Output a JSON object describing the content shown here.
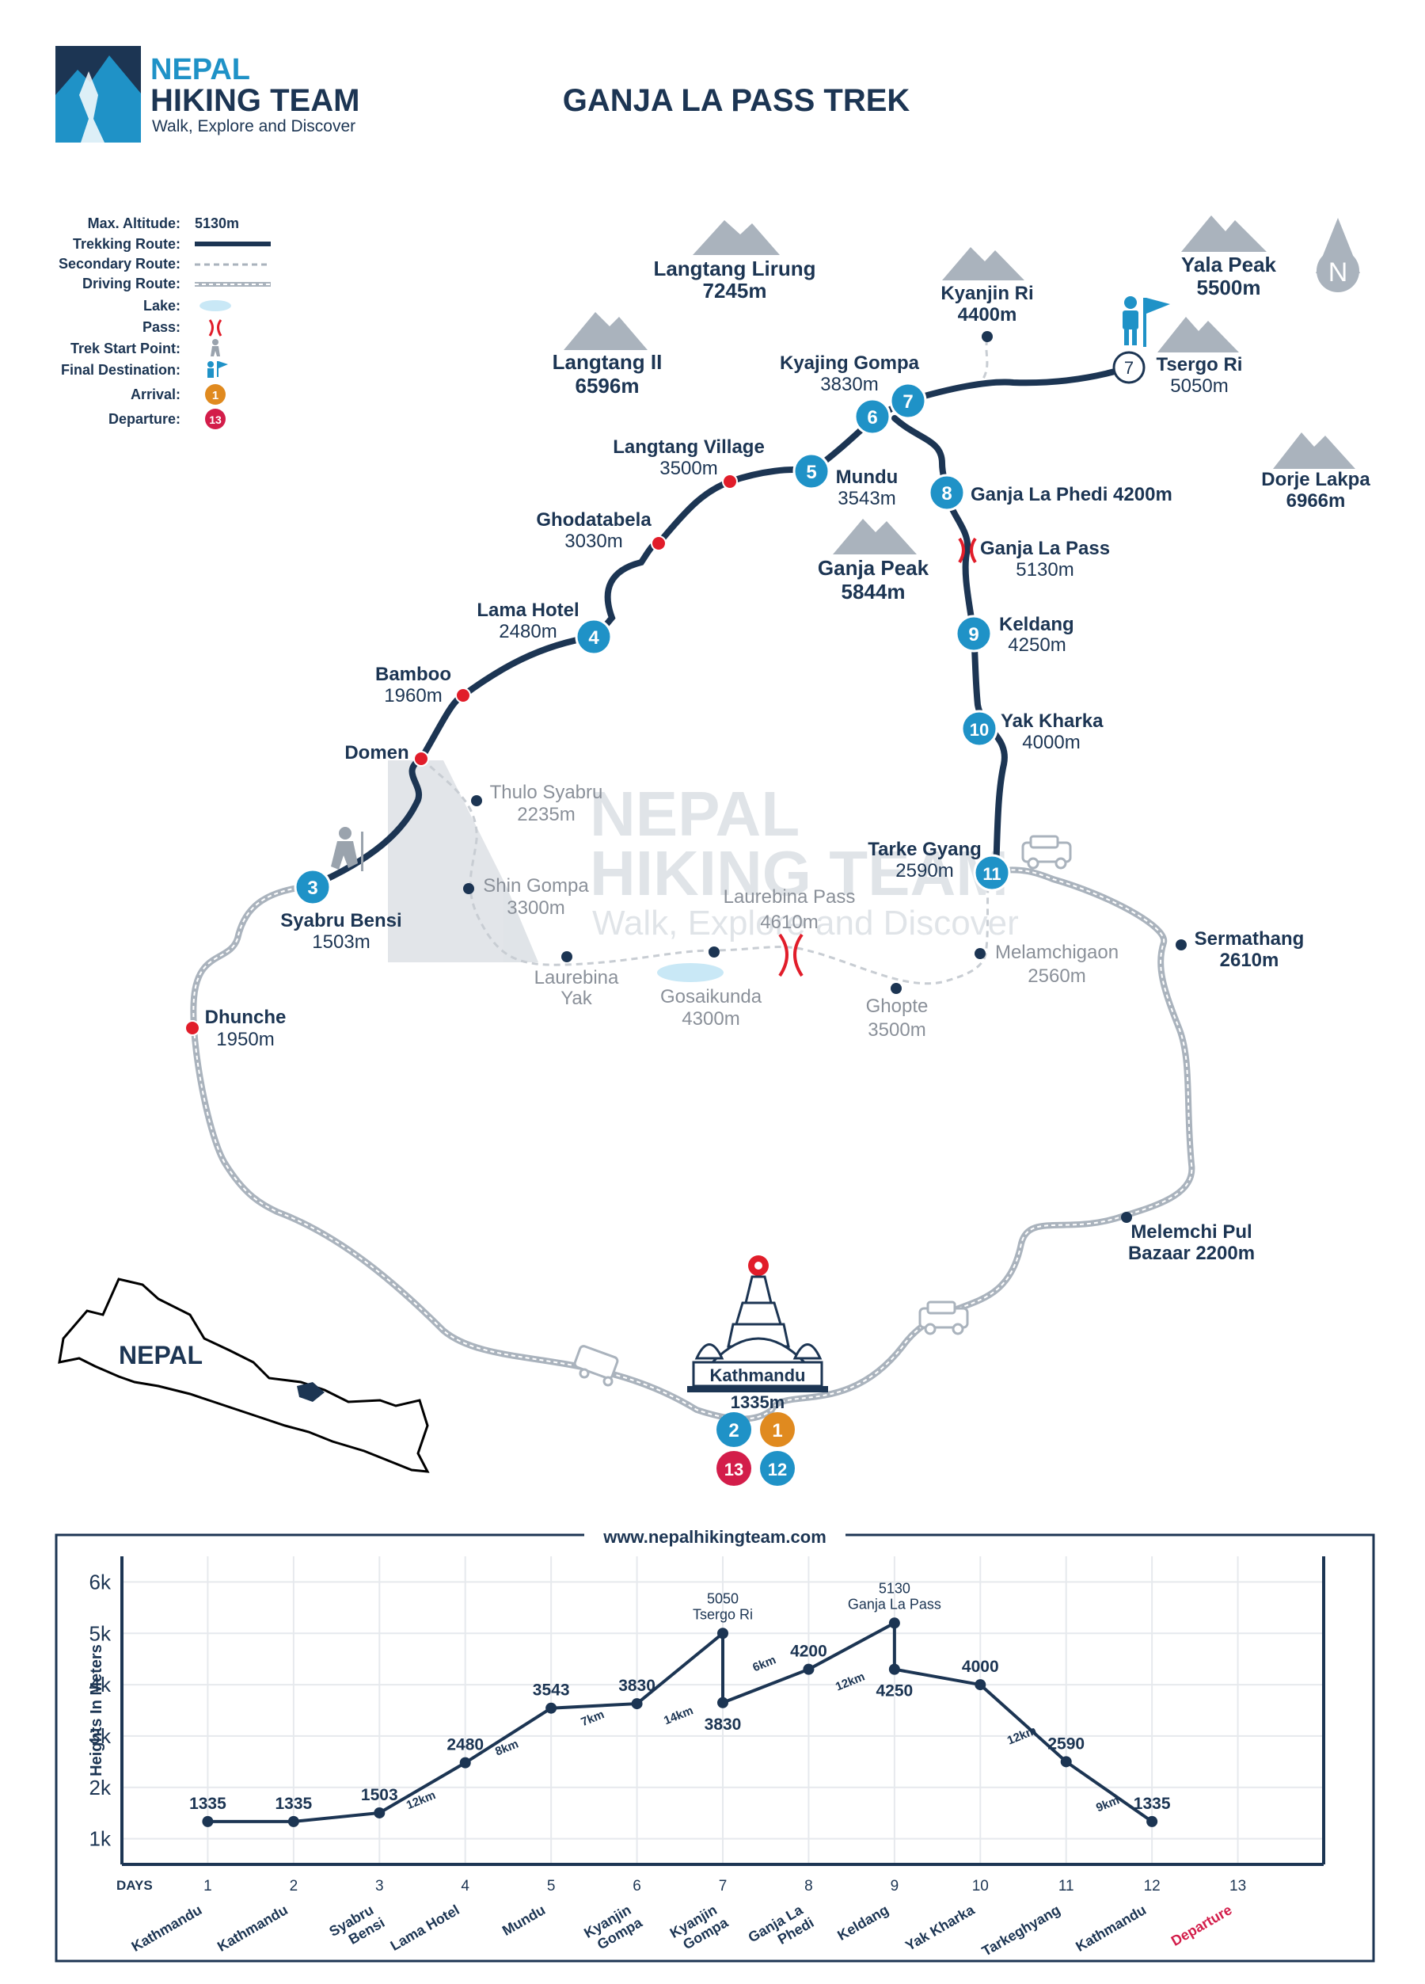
{
  "brand": {
    "name1": "NEPAL",
    "name2": "HIKING TEAM",
    "tagline": "Walk, Explore and Discover"
  },
  "title": "GANJA LA PASS TREK",
  "website": "www.nepalhikingteam.com",
  "legend": {
    "max_alt_label": "Max. Altitude:",
    "max_alt_value": "5130m",
    "trekking": "Trekking Route:",
    "secondary": "Secondary Route:",
    "driving": "Driving Route:",
    "lake": "Lake:",
    "pass": "Pass:",
    "start": "Trek Start Point:",
    "final": "Final Destination:",
    "arrival": "Arrival:",
    "arrival_num": "1",
    "departure": "Departure:",
    "departure_num": "13"
  },
  "compass": "N",
  "nepal_label": "NEPAL",
  "colors": {
    "navy": "#1c3553",
    "blue": "#1f92c7",
    "red": "#e11d2a",
    "orange": "#e08a1f",
    "crimson": "#d31d4a",
    "gray": "#aab3bd"
  },
  "peaks": [
    {
      "id": "lirung",
      "name": "Langtang Lirung",
      "alt": "7245m"
    },
    {
      "id": "kyanjinri",
      "name": "Kyanjin Ri",
      "alt": "4400m"
    },
    {
      "id": "yala",
      "name": "Yala Peak",
      "alt": "5500m"
    },
    {
      "id": "langtang2",
      "name": "Langtang II",
      "alt": "6596m"
    },
    {
      "id": "dorje",
      "name": "Dorje Lakpa",
      "alt": "6966m"
    },
    {
      "id": "ganja",
      "name": "Ganja Peak",
      "alt": "5844m"
    }
  ],
  "stops": [
    {
      "id": "tsergo",
      "num": "7",
      "name": "Tsergo Ri",
      "alt": "5050m"
    },
    {
      "id": "kyajing",
      "num": "6",
      "num2": "7",
      "name": "Kyajing Gompa",
      "alt": "3830m"
    },
    {
      "id": "mundu",
      "num": "5",
      "name": "Mundu",
      "alt": "3543m"
    },
    {
      "id": "phedi",
      "num": "8",
      "name": "Ganja La Phedi 4200m",
      "alt": ""
    },
    {
      "id": "ganjapass",
      "num": "",
      "name": "Ganja La Pass",
      "alt": "5130m"
    },
    {
      "id": "keldang",
      "num": "9",
      "name": "Keldang",
      "alt": "4250m"
    },
    {
      "id": "yakkharka",
      "num": "10",
      "name": "Yak Kharka",
      "alt": "4000m"
    },
    {
      "id": "tarke",
      "num": "11",
      "name": "Tarke Gyang",
      "alt": "2590m"
    },
    {
      "id": "lamahotel",
      "num": "4",
      "name": "Lama Hotel",
      "alt": "2480m"
    },
    {
      "id": "syabru",
      "num": "3",
      "name": "Syabru Bensi",
      "alt": "1503m"
    }
  ],
  "places": [
    {
      "id": "village",
      "name": "Langtang Village",
      "alt": "3500m"
    },
    {
      "id": "ghoda",
      "name": "Ghodatabela",
      "alt": "3030m"
    },
    {
      "id": "bamboo",
      "name": "Bamboo",
      "alt": "1960m"
    },
    {
      "id": "domen",
      "name": "Domen",
      "alt": ""
    },
    {
      "id": "dhunche",
      "name": "Dhunche",
      "alt": "1950m"
    },
    {
      "id": "sermathang",
      "name": "Sermathang",
      "alt": "2610m"
    },
    {
      "id": "melemchi",
      "name": "Melemchi Pul",
      "alt": "Bazaar 2200m"
    }
  ],
  "secondary_places": [
    {
      "id": "thulo",
      "name": "Thulo Syabru",
      "alt": "2235m"
    },
    {
      "id": "shin",
      "name": "Shin Gompa",
      "alt": "3300m"
    },
    {
      "id": "laurebinayak",
      "name": "Laurebina",
      "alt": "Yak"
    },
    {
      "id": "gosaikunda",
      "name": "Gosaikunda",
      "alt": "4300m"
    },
    {
      "id": "laurebinapass",
      "name": "Laurebina Pass",
      "alt": "4610m"
    },
    {
      "id": "ghopte",
      "name": "Ghopte",
      "alt": "3500m"
    },
    {
      "id": "melamchigaon",
      "name": "Melamchigaon",
      "alt": "2560m"
    }
  ],
  "kathmandu": {
    "name": "Kathmandu",
    "alt": "1335m",
    "badges": [
      "2",
      "1",
      "13",
      "12"
    ]
  },
  "watermark": {
    "line1": "NEPAL",
    "line2": "HIKING TEAM",
    "line3": "Walk, Explore and Discover"
  },
  "chart_data": {
    "type": "line",
    "ylabel": "Heights In Meters",
    "xlabel_title": "DAYS",
    "ylim": [
      500,
      6500
    ],
    "y_ticks": [
      {
        "v": 1000,
        "label": "1k"
      },
      {
        "v": 2000,
        "label": "2k"
      },
      {
        "v": 3000,
        "label": "3k"
      },
      {
        "v": 4000,
        "label": "4k"
      },
      {
        "v": 5000,
        "label": "5k"
      },
      {
        "v": 6000,
        "label": "6k"
      }
    ],
    "xlim": [
      0,
      14
    ],
    "days": [
      {
        "d": 1,
        "label": "1",
        "place": [
          "Kathmandu"
        ]
      },
      {
        "d": 2,
        "label": "2",
        "place": [
          "Kathmandu"
        ]
      },
      {
        "d": 3,
        "label": "3",
        "place": [
          "Syabru",
          "Bensi"
        ]
      },
      {
        "d": 4,
        "label": "4",
        "place": [
          "Lama Hotel"
        ]
      },
      {
        "d": 5,
        "label": "5",
        "place": [
          "Mundu"
        ]
      },
      {
        "d": 6,
        "label": "6",
        "place": [
          "Kyanjin",
          "Gompa"
        ]
      },
      {
        "d": 7,
        "label": "7",
        "place": [
          "Kyanjin",
          "Gompa"
        ]
      },
      {
        "d": 8,
        "label": "8",
        "place": [
          "Ganja La",
          "Phedi"
        ]
      },
      {
        "d": 9,
        "label": "9",
        "place": [
          "Keldang"
        ]
      },
      {
        "d": 10,
        "label": "10",
        "place": [
          "Yak Kharka"
        ]
      },
      {
        "d": 11,
        "label": "11",
        "place": [
          "Tarkeghyang"
        ]
      },
      {
        "d": 12,
        "label": "12",
        "place": [
          "Kathmandu"
        ]
      },
      {
        "d": 13,
        "label": "13",
        "place": [
          "Departure"
        ],
        "highlight": true
      }
    ],
    "points": [
      {
        "x": 1,
        "y": 1335,
        "label": "1335"
      },
      {
        "x": 2,
        "y": 1335,
        "label": "1335"
      },
      {
        "x": 3,
        "y": 1503,
        "label": "1503"
      },
      {
        "x": 4,
        "y": 2480,
        "label": "2480"
      },
      {
        "x": 5,
        "y": 3543,
        "label": "3543"
      },
      {
        "x": 6,
        "y": 3630,
        "label": "3830"
      },
      {
        "x": 7,
        "y": 5000,
        "label": "5050",
        "name": "Tsergo Ri"
      },
      {
        "x": 7,
        "y": 3650,
        "label": "3830"
      },
      {
        "x": 8,
        "y": 4300,
        "label": "4200"
      },
      {
        "x": 9,
        "y": 5200,
        "label": "5130",
        "name": "Ganja La Pass"
      },
      {
        "x": 9,
        "y": 4300,
        "label": "4250"
      },
      {
        "x": 10,
        "y": 4000,
        "label": "4000"
      },
      {
        "x": 11,
        "y": 2500,
        "label": "2590"
      },
      {
        "x": 12,
        "y": 1335,
        "label": "1335"
      }
    ],
    "distances": [
      {
        "between": [
          3,
          4
        ],
        "label": "12km"
      },
      {
        "between": [
          4,
          5
        ],
        "label": "8km"
      },
      {
        "between": [
          5,
          6
        ],
        "label": "7km"
      },
      {
        "between": [
          6,
          7
        ],
        "label": "14km"
      },
      {
        "between": [
          7,
          8
        ],
        "label": "6km"
      },
      {
        "between": [
          8,
          9
        ],
        "label": "12km"
      },
      {
        "between": [
          10,
          11
        ],
        "label": "12km"
      },
      {
        "between": [
          11,
          12
        ],
        "label": "9km"
      }
    ]
  }
}
